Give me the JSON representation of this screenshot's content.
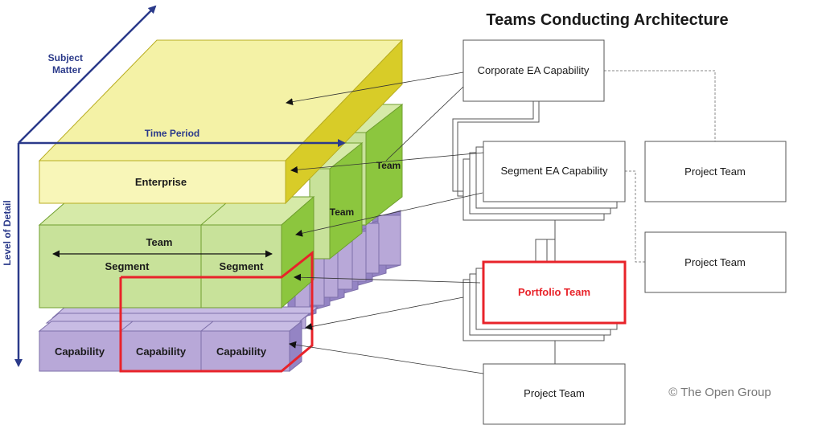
{
  "title": "Teams Conducting Architecture",
  "axes": {
    "subject_matter": [
      "Subject",
      "Matter"
    ],
    "time_period": "Time Period",
    "level_of_detail": "Level of Detail"
  },
  "cube": {
    "enterprise": "Enterprise",
    "team_right_top": "Team",
    "team_right_mid": "Team",
    "team_front": "Team",
    "segment_left": "Segment",
    "segment_right": "Segment",
    "capability_1": "Capability",
    "capability_2": "Capability",
    "capability_3": "Capability"
  },
  "org": {
    "corporate": "Corporate EA Capability",
    "segment": "Segment EA Capability",
    "portfolio": "Portfolio Team",
    "project_top": "Project Team",
    "project_mid": "Project Team",
    "project_bottom": "Project Team"
  },
  "copyright": "© The Open Group",
  "colors": {
    "enterprise_front": "#f8f6b8",
    "enterprise_top": "#f4f2a6",
    "enterprise_side": "#d8cc28",
    "segment_front": "#c8e29a",
    "segment_top": "#d6eaa8",
    "segment_side": "#8cc63e",
    "capability_front": "#b8a8d8",
    "capability_top": "#c8bce4",
    "capability_side": "#9484c4",
    "axis": "#2b3a8a",
    "highlight": "#e8232a"
  }
}
